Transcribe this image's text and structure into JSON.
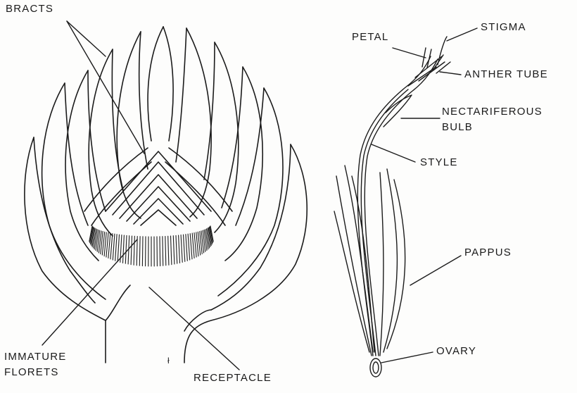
{
  "left_figure": {
    "labels": {
      "bracts": "BRACTS",
      "immature_florets_1": "IMMATURE",
      "immature_florets_2": "FLORETS",
      "receptacle": "RECEPTACLE",
      "scale_mark": "ł"
    }
  },
  "right_figure": {
    "labels": {
      "petal": "PETAL",
      "stigma": "STIGMA",
      "anther_tube": "ANTHER TUBE",
      "nectariferous_1": "NECTARIFEROUS",
      "nectariferous_2": "BULB",
      "style": "STYLE",
      "pappus": "PAPPUS",
      "ovary": "OVARY"
    }
  },
  "colors": {
    "ink": "#1b1b1b",
    "paper": "#fdfdfc"
  }
}
